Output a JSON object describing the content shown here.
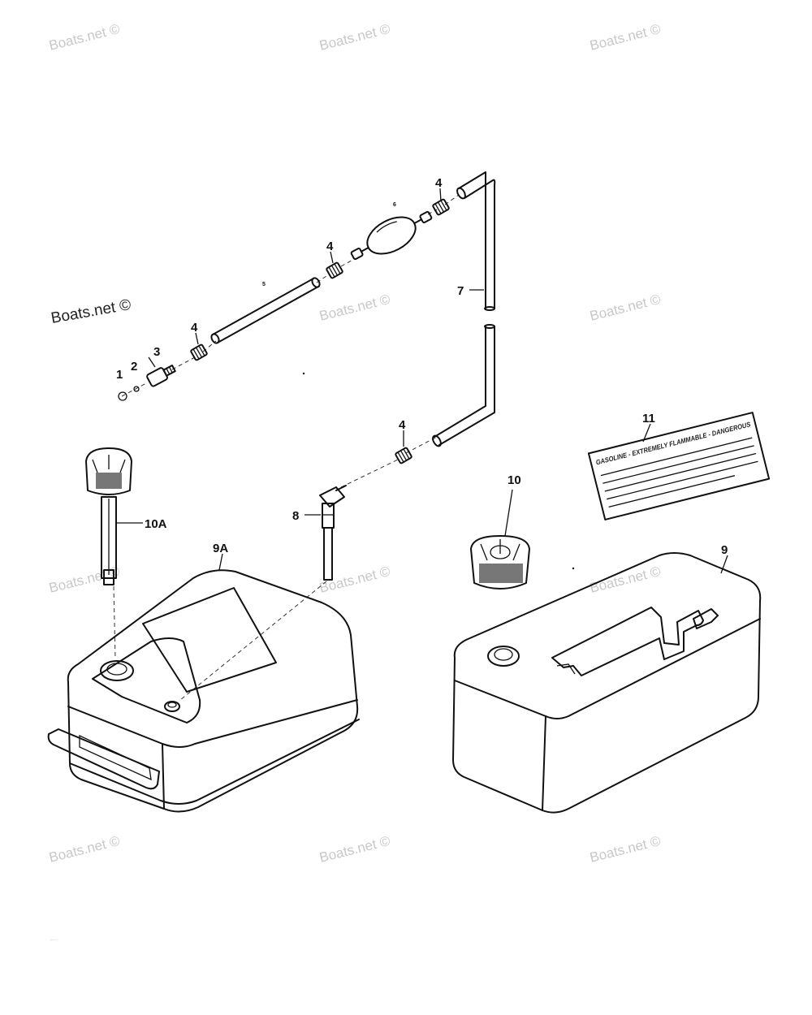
{
  "watermarks": [
    "Boats.net ©",
    "Boats.net ©",
    "Boats.net ©",
    "Boats.net ©",
    "Boats.net ©",
    "Boats.net ©",
    "Boats.net ©",
    "Boats.net ©",
    "Boats.net ©",
    "Boats.net ©",
    "Boats.net ©",
    "Boats.net ©"
  ],
  "prominent_watermark": "Boats.net ©",
  "callouts": {
    "c1": "1",
    "c2": "2",
    "c3": "3",
    "c4a": "4",
    "c4b": "4",
    "c4c": "4",
    "c4d": "4",
    "c5": "5",
    "c6": "6",
    "c7": "7",
    "c8": "8",
    "c9": "9",
    "c9a": "9A",
    "c10": "10",
    "c10a": "10A",
    "c11": "11"
  },
  "decal_text": "GASOLINE - EXTREMELY FLAMMABLE - DANGEROUS"
}
